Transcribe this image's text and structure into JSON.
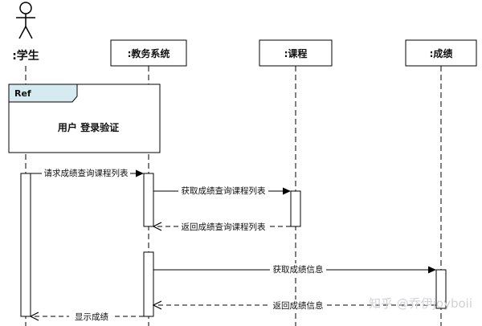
{
  "participants": {
    "student": ":学生",
    "system": ":教务系统",
    "course": ":课程",
    "grade": ":成绩"
  },
  "ref_frame": {
    "tag": "Ref",
    "title": "用户 登录验证"
  },
  "messages": {
    "m1": "请求成绩查询课程列表",
    "m2": "获取成绩查询课程列表",
    "m3": "返回成绩查询课程列表",
    "m4": "获取成绩信息",
    "m5": "返回成绩信息",
    "m6": "显示成绩"
  },
  "watermark": "知乎 @乔伊joyboii",
  "colors": {
    "ref_tag_fill": "#d6eaf2",
    "line": "#000000"
  }
}
